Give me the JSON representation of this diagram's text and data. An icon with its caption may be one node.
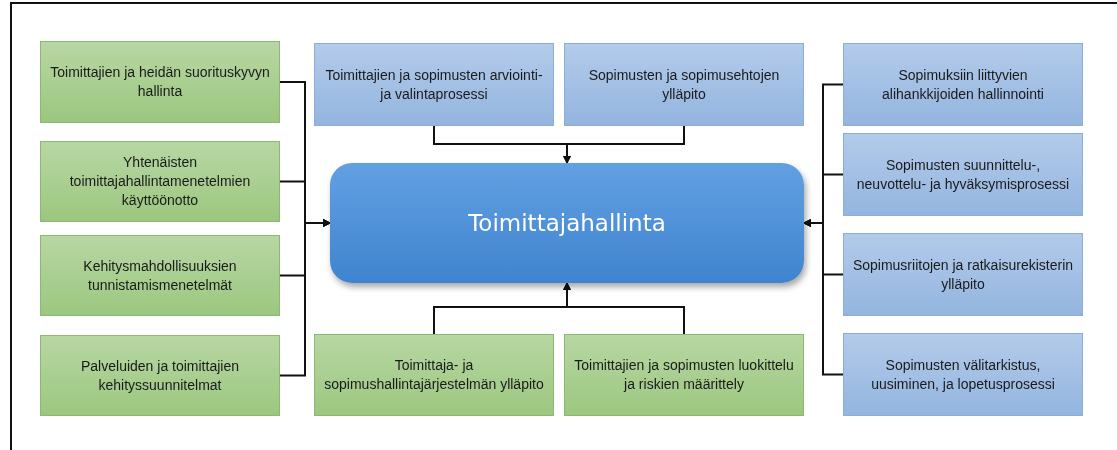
{
  "diagram": {
    "nodes": [
      {
        "text": [
          "Toimittajien ja heidän suorituskyvyn hallinta"
        ]
      },
      {
        "text": [
          "Toimittajien ja sopimusten arviointi- ja valintaprosessi"
        ]
      },
      {
        "text": [
          "Sopimusten ja sopimusehtojen ylläpito"
        ]
      },
      {
        "text": [
          "Sopimuksiin liittyvien alihankkijoiden hallinnointi"
        ]
      },
      {
        "text": [
          "Sopimusten suunnittelu-, neuvottelu- ja hyväksymisprosessi"
        ]
      },
      {
        "text": [
          "Yhtenäisten toimittajahallintamenetelmien käyttöönotto"
        ]
      },
      {
        "text": [
          "Toimittajahallinta"
        ]
      },
      {
        "text": [
          "Kehitysmahdollisuuksien tunnistamismenetelmät"
        ]
      },
      {
        "text": [
          "Sopimusriitojen ja ratkaisurekisterin ylläpito"
        ]
      },
      {
        "text": [
          "Palveluiden ja toimittajien kehityssuunnitelmat"
        ]
      },
      {
        "text": [
          "Toimittaja- ja sopimushallintajärjestelmän ylläpito"
        ]
      },
      {
        "text": [
          "Toimittajien ja sopimusten luokittelu ja riskien määrittely"
        ]
      },
      {
        "text": [
          "Sopimusten välitarkistus, uusiminen, ja lopetusprosessi"
        ]
      }
    ],
    "edges": [
      {
        "from": 0,
        "to": 6,
        "arrow": "to"
      },
      {
        "from": 5,
        "to": 6,
        "arrow": "to"
      },
      {
        "from": 7,
        "to": 6,
        "arrow": "to"
      },
      {
        "from": 9,
        "to": 6,
        "arrow": "to"
      },
      {
        "from": 1,
        "to": 6,
        "arrow": "to"
      },
      {
        "from": 2,
        "to": 6,
        "arrow": "to"
      },
      {
        "from": 10,
        "to": 6,
        "arrow": "to"
      },
      {
        "from": 11,
        "to": 6,
        "arrow": "to"
      },
      {
        "from": 3,
        "to": 6,
        "arrow": "to"
      },
      {
        "from": 4,
        "to": 6,
        "arrow": "to"
      },
      {
        "from": 8,
        "to": 6,
        "arrow": "to"
      },
      {
        "from": 12,
        "to": 6,
        "arrow": "to"
      }
    ]
  }
}
